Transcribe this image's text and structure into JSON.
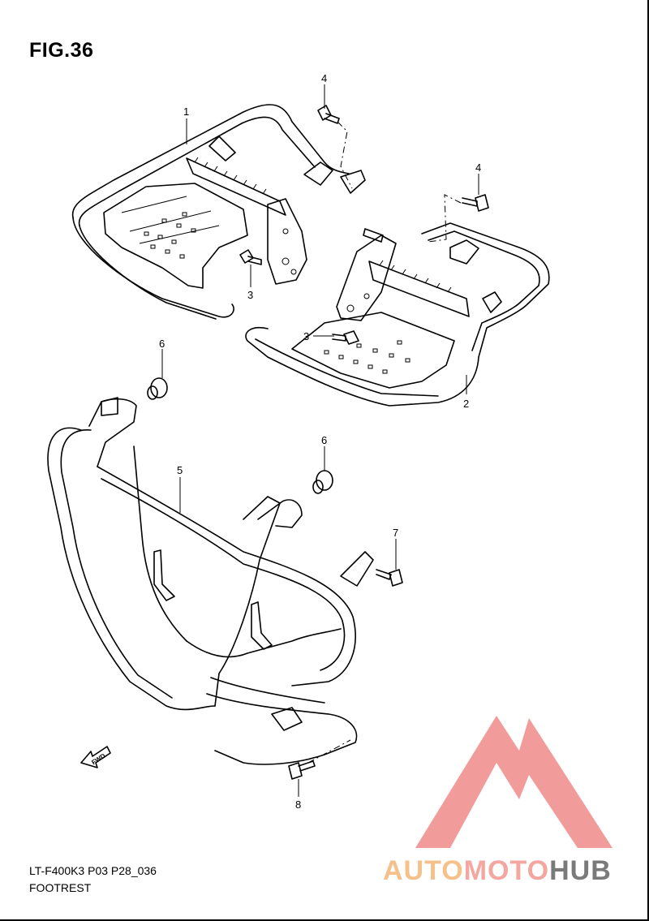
{
  "figure": {
    "title": "FIG.36",
    "code": "LT-F400K3 P03 P28_036",
    "name": "FOOTREST"
  },
  "callouts": [
    {
      "id": "callout-1",
      "label": "1"
    },
    {
      "id": "callout-2",
      "label": "2"
    },
    {
      "id": "callout-3a",
      "label": "3"
    },
    {
      "id": "callout-3b",
      "label": "3"
    },
    {
      "id": "callout-4a",
      "label": "4"
    },
    {
      "id": "callout-4b",
      "label": "4"
    },
    {
      "id": "callout-5",
      "label": "5"
    },
    {
      "id": "callout-6a",
      "label": "6"
    },
    {
      "id": "callout-6b",
      "label": "6"
    },
    {
      "id": "callout-7",
      "label": "7"
    },
    {
      "id": "callout-8",
      "label": "8"
    }
  ],
  "direction_label": "FWD",
  "watermark": {
    "part1": "AUTO",
    "part2": "MOTO",
    "part3": "HUB",
    "color1": "#f6c08a",
    "color2": "#f4a6a0",
    "color3": "#7a7a7a",
    "logo_color": "#f08a8a"
  }
}
